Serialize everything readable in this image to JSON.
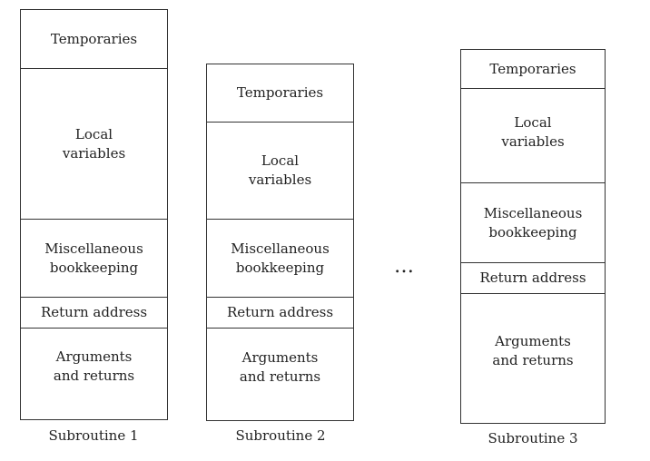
{
  "diagram": {
    "stacks": [
      {
        "caption": "Subroutine 1",
        "cells": [
          "Temporaries",
          "Local\nvariables",
          "Miscellaneous\nbookkeeping",
          "Return address",
          "Arguments\nand returns"
        ]
      },
      {
        "caption": "Subroutine 2",
        "cells": [
          "Temporaries",
          "Local\nvariables",
          "Miscellaneous\nbookkeeping",
          "Return address",
          "Arguments\nand returns"
        ]
      },
      {
        "caption": "Subroutine 3",
        "cells": [
          "Temporaries",
          "Local\nvariables",
          "Miscellaneous\nbookkeeping",
          "Return address",
          "Arguments\nand returns"
        ]
      }
    ],
    "ellipsis": "…"
  }
}
